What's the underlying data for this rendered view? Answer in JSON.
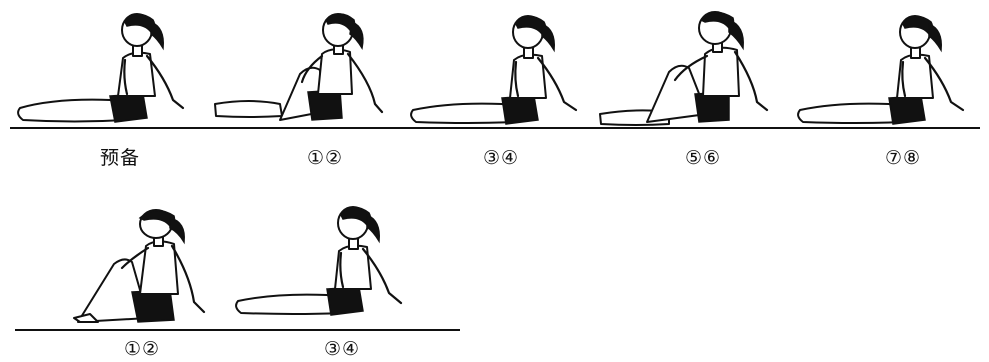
{
  "rows": [
    {
      "steps": [
        {
          "label": "预备",
          "pose": "upright"
        },
        {
          "label": "①②",
          "pose": "knee-hug"
        },
        {
          "label": "③④",
          "pose": "upright"
        },
        {
          "label": "⑤⑥",
          "pose": "knee-hug"
        },
        {
          "label": "⑦⑧",
          "pose": "upright"
        }
      ]
    },
    {
      "steps": [
        {
          "label": "①②",
          "pose": "knees-up"
        },
        {
          "label": "③④",
          "pose": "upright"
        }
      ]
    }
  ]
}
